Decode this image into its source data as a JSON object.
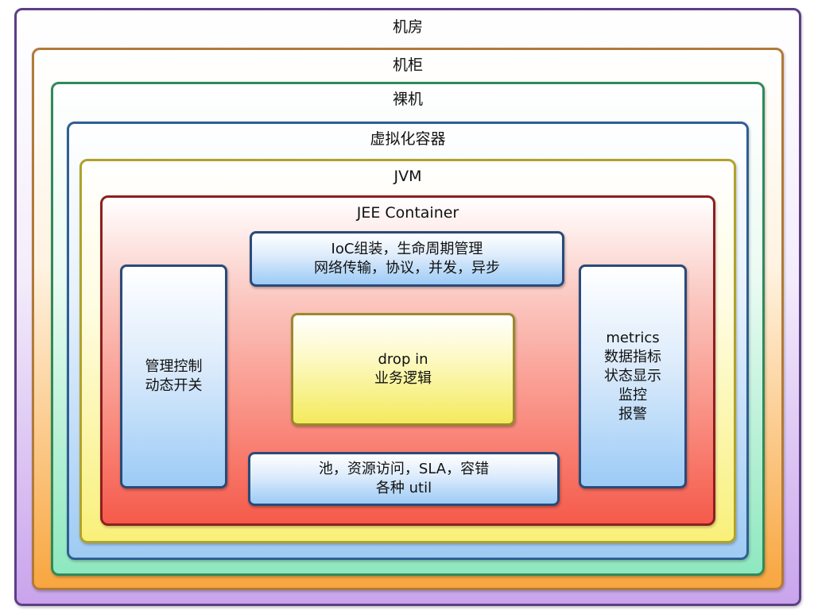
{
  "layers": {
    "room": "机房",
    "cabinet": "机柜",
    "bare_metal": "裸机",
    "virtualization": "虚拟化容器",
    "jvm": "JVM",
    "jee": "JEE Container"
  },
  "boxes": {
    "top": [
      "IoC组装，生命周期管理",
      "网络传输，协议，并发，异步"
    ],
    "bottom": [
      "池，资源访问，SLA，容错",
      "各种 util"
    ],
    "left": [
      "管理控制",
      "动态开关"
    ],
    "right": [
      "metrics",
      "数据指标",
      "状态显示",
      "监控",
      "报警"
    ],
    "center": [
      "drop in",
      "业务逻辑"
    ]
  },
  "colors": {
    "room_border": "#5e3f86",
    "cabinet_border": "#b07a3a",
    "bare_metal_border": "#2f8a5a",
    "virtualization_border": "#2f5f93",
    "jvm_border": "#b0a22c",
    "jee_border": "#8e1f1f",
    "box_border": "#2a4a7a",
    "center_box_border": "#9a8a2a"
  }
}
